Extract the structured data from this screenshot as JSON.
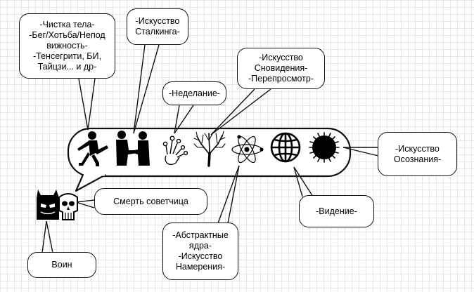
{
  "bubbles": {
    "body_practices": "-Чистка тела-\n-Бег/Хотьба/Непод\nвижность-\n-Тенсегрити, БИ,\nТайцзи... и др-",
    "stalking": "-Искусство\nСталкинга-",
    "not_doing": "-Неделание-",
    "dreaming": "-Искусство\nСновидения-\n-Перепросмотр-",
    "awareness": "-Искусство\nОсознания-",
    "death_advisor": "Смерть советчица",
    "seeing": "-Видение-",
    "abstract_cores": "-Абстрактные\nядра-\n-Искусство\nНамерения-",
    "warrior": "Воин"
  },
  "icons": [
    "martial-artist-icon",
    "handshake-icon",
    "hand-with-bubbles-icon",
    "bare-tree-icon",
    "atom-icon",
    "globe-icon",
    "black-sun-icon"
  ],
  "warrior_icons": [
    "batman-mask-icon",
    "skull-icon"
  ],
  "colors": {
    "line": "#111111",
    "fill": "#000000",
    "background": "#ffffff",
    "grid": "#e6e6e6"
  }
}
